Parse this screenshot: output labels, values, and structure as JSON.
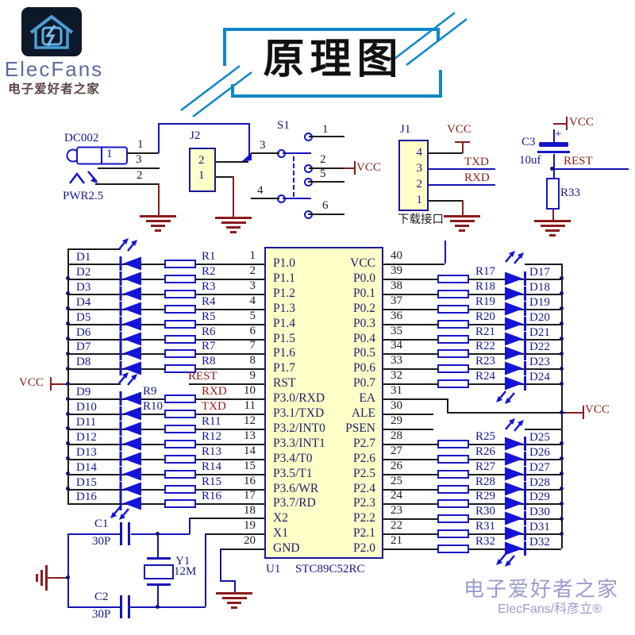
{
  "logo": {
    "brand": "ElecFans",
    "subtitle": "电子爱好者之家"
  },
  "title": "原理图",
  "power_jack": {
    "ref": "DC002",
    "type_label": "PWR2.5",
    "inner_pin": "1",
    "pin_numbers": [
      "1",
      "3",
      "2"
    ]
  },
  "j2": {
    "ref": "J2",
    "pins": [
      "2",
      "1"
    ]
  },
  "s1": {
    "ref": "S1",
    "left_pins": [
      "3",
      "4"
    ],
    "right_pins": [
      "1",
      "2",
      "5",
      "6"
    ],
    "vcc": "VCC"
  },
  "j1": {
    "ref": "J1",
    "pins": [
      "4",
      "3",
      "2",
      "1"
    ],
    "vcc": "VCC",
    "txd": "TXD",
    "rxd": "RXD",
    "caption": "下载接口"
  },
  "reset_circuit": {
    "cap_ref": "C3",
    "cap_value": "10uf",
    "plus": "+",
    "vcc": "VCC",
    "net": "REST",
    "res_ref": "R33"
  },
  "mcu": {
    "ref": "U1",
    "part": "STC89C52RC",
    "left_pins": [
      {
        "num": "1",
        "label": "P1.0"
      },
      {
        "num": "2",
        "label": "P1.1"
      },
      {
        "num": "3",
        "label": "P1.2"
      },
      {
        "num": "4",
        "label": "P1.3"
      },
      {
        "num": "5",
        "label": "P1.4"
      },
      {
        "num": "6",
        "label": "P1.5"
      },
      {
        "num": "7",
        "label": "P1.6"
      },
      {
        "num": "8",
        "label": "P1.7"
      },
      {
        "num": "9",
        "label": "RST"
      },
      {
        "num": "10",
        "label": "P3.0/RXD"
      },
      {
        "num": "11",
        "label": "P3.1/TXD"
      },
      {
        "num": "12",
        "label": "P3.2/INT0"
      },
      {
        "num": "13",
        "label": "P3.3/INT1"
      },
      {
        "num": "14",
        "label": "P3.4/T0"
      },
      {
        "num": "15",
        "label": "P3.5/T1"
      },
      {
        "num": "16",
        "label": "P3.6/WR"
      },
      {
        "num": "17",
        "label": "P3.7/RD"
      },
      {
        "num": "18",
        "label": "X2"
      },
      {
        "num": "19",
        "label": "X1"
      },
      {
        "num": "20",
        "label": "GND"
      }
    ],
    "right_pins": [
      {
        "num": "40",
        "label": "VCC"
      },
      {
        "num": "39",
        "label": "P0.0"
      },
      {
        "num": "38",
        "label": "P0.1"
      },
      {
        "num": "37",
        "label": "P0.2"
      },
      {
        "num": "36",
        "label": "P0.3"
      },
      {
        "num": "35",
        "label": "P0.4"
      },
      {
        "num": "34",
        "label": "P0.5"
      },
      {
        "num": "33",
        "label": "P0.6"
      },
      {
        "num": "32",
        "label": "P0.7"
      },
      {
        "num": "31",
        "label": "EA"
      },
      {
        "num": "30",
        "label": "ALE"
      },
      {
        "num": "29",
        "label": "PSEN"
      },
      {
        "num": "28",
        "label": "P2.7"
      },
      {
        "num": "27",
        "label": "P2.6"
      },
      {
        "num": "26",
        "label": "P2.5"
      },
      {
        "num": "25",
        "label": "P2.4"
      },
      {
        "num": "24",
        "label": "P2.3"
      },
      {
        "num": "23",
        "label": "P2.2"
      },
      {
        "num": "22",
        "label": "P2.1"
      },
      {
        "num": "21",
        "label": "P2.0"
      }
    ]
  },
  "left_led_array": {
    "vcc": "VCC",
    "rows": [
      {
        "pin": 1,
        "res": "R1",
        "led": "D1"
      },
      {
        "pin": 2,
        "res": "R2",
        "led": "D2"
      },
      {
        "pin": 3,
        "res": "R3",
        "led": "D3"
      },
      {
        "pin": 4,
        "res": "R4",
        "led": "D4"
      },
      {
        "pin": 5,
        "res": "R5",
        "led": "D5"
      },
      {
        "pin": 6,
        "res": "R6",
        "led": "D6"
      },
      {
        "pin": 7,
        "res": "R7",
        "led": "D7"
      },
      {
        "pin": 8,
        "res": "R8",
        "led": "D8"
      },
      {
        "pin": 9,
        "net": "REST"
      },
      {
        "pin": 10,
        "net": "RXD",
        "res": "R9",
        "led": "D9"
      },
      {
        "pin": 11,
        "net": "TXD",
        "res": "R10",
        "led": "D10"
      },
      {
        "pin": 12,
        "res": "R11",
        "led": "D11"
      },
      {
        "pin": 13,
        "res": "R12",
        "led": "D12"
      },
      {
        "pin": 14,
        "res": "R13",
        "led": "D13"
      },
      {
        "pin": 15,
        "res": "R14",
        "led": "D14"
      },
      {
        "pin": 16,
        "res": "R15",
        "led": "D15"
      },
      {
        "pin": 17,
        "res": "R16",
        "led": "D16"
      }
    ]
  },
  "right_led_array": {
    "vcc": "VCC",
    "rows": [
      {
        "pin": 39,
        "res": "R17",
        "led": "D17"
      },
      {
        "pin": 38,
        "res": "R18",
        "led": "D18"
      },
      {
        "pin": 37,
        "res": "R19",
        "led": "D19"
      },
      {
        "pin": 36,
        "res": "R20",
        "led": "D20"
      },
      {
        "pin": 35,
        "res": "R21",
        "led": "D21"
      },
      {
        "pin": 34,
        "res": "R22",
        "led": "D22"
      },
      {
        "pin": 33,
        "res": "R23",
        "led": "D23"
      },
      {
        "pin": 32,
        "res": "R24",
        "led": "D24"
      },
      {
        "pin": 28,
        "res": "R25",
        "led": "D25"
      },
      {
        "pin": 27,
        "res": "R26",
        "led": "D26"
      },
      {
        "pin": 26,
        "res": "R27",
        "led": "D27"
      },
      {
        "pin": 25,
        "res": "R28",
        "led": "D28"
      },
      {
        "pin": 24,
        "res": "R29",
        "led": "D29"
      },
      {
        "pin": 23,
        "res": "R30",
        "led": "D30"
      },
      {
        "pin": 22,
        "res": "R31",
        "led": "D31"
      },
      {
        "pin": 21,
        "res": "R32",
        "led": "D32"
      }
    ]
  },
  "crystal_circuit": {
    "c1": "C1",
    "c1_value": "30P",
    "c2": "C2",
    "c2_value": "30P",
    "y1": "Y1",
    "y1_value": "12M"
  },
  "watermark": {
    "line1": "电子爱好者之家",
    "line2": "ElecFans/科彦立®"
  },
  "colors": {
    "component_blue": "#1414b8",
    "led_blue": "#1414d8",
    "wire_black": "#1a1a1a",
    "net_red": "#8b1a1a",
    "ic_fill": "#ffffc8",
    "frame_blue": "#0e86c8",
    "watermark": "#9b9bd0"
  }
}
